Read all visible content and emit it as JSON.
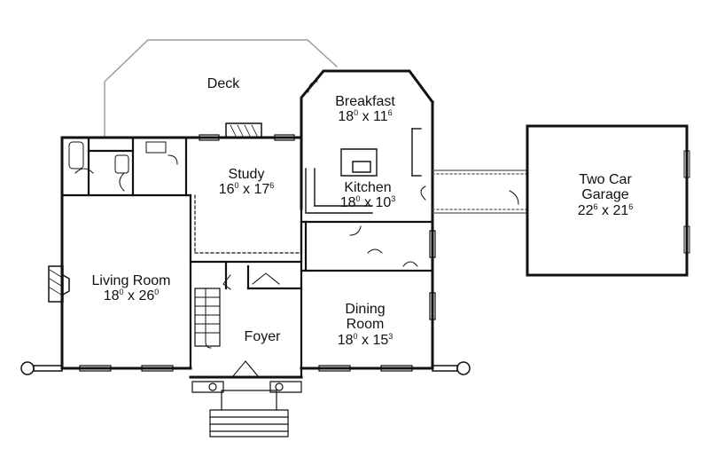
{
  "rooms": {
    "deck": {
      "name": "Deck"
    },
    "breakfast": {
      "name": "Breakfast",
      "w_main": "18",
      "w_sup": "0",
      "d_main": "11",
      "d_sup": "6"
    },
    "study": {
      "name": "Study",
      "w_main": "16",
      "w_sup": "0",
      "d_main": "17",
      "d_sup": "6"
    },
    "kitchen": {
      "name": "Kitchen",
      "w_main": "18",
      "w_sup": "0",
      "d_main": "10",
      "d_sup": "3"
    },
    "living": {
      "name": "Living Room",
      "w_main": "18",
      "w_sup": "0",
      "d_main": "26",
      "d_sup": "0"
    },
    "foyer": {
      "name": "Foyer"
    },
    "dining": {
      "name": "Dining Room",
      "name_line1": "Dining",
      "name_line2": "Room",
      "w_main": "18",
      "w_sup": "0",
      "d_main": "15",
      "d_sup": "3"
    },
    "garage": {
      "name": "Two Car Garage",
      "name_line1": "Two Car",
      "name_line2": "Garage",
      "w_main": "22",
      "w_sup": "6",
      "d_main": "21",
      "d_sup": "6"
    }
  },
  "separator": "x",
  "colors": {
    "ink": "#111111",
    "paper": "#ffffff",
    "light_line": "#9a9a9a"
  }
}
